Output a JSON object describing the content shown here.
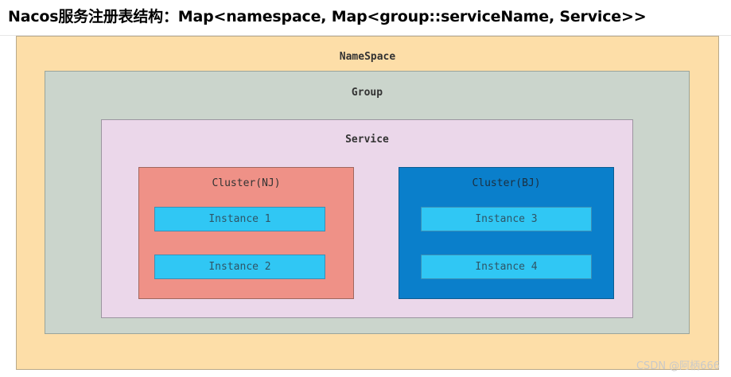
{
  "title": "Nacos服务注册表结构：Map<namespace, Map<group::serviceName, Service>>",
  "diagram": {
    "namespace": {
      "label": "NameSpace"
    },
    "group": {
      "label": "Group"
    },
    "service": {
      "label": "Service"
    },
    "clusters": [
      {
        "label": "Cluster(NJ)",
        "color": "#ef9187",
        "instances": [
          "Instance 1",
          "Instance 2"
        ]
      },
      {
        "label": "Cluster(BJ)",
        "color": "#0a7fcb",
        "instances": [
          "Instance 3",
          "Instance 4"
        ]
      }
    ]
  },
  "watermark": "CSDN @阿柄666"
}
